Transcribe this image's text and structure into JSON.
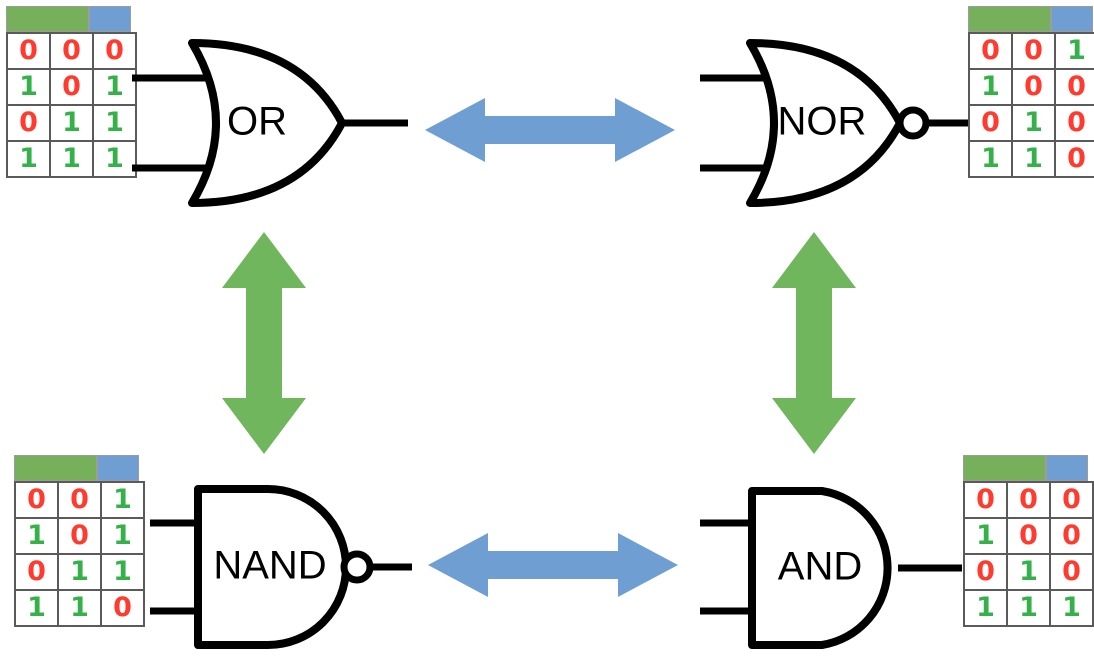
{
  "diagram": {
    "title": "Logic gate equivalence diagram",
    "colors": {
      "input_header": "#76B05B",
      "output_header": "#6F9FD2",
      "zero": "#FF3B30",
      "one": "#36B14A",
      "blue_arrow": "#6F9FD2",
      "green_arrow": "#6FB65C",
      "gate_stroke": "#000000"
    }
  },
  "gates": {
    "or": {
      "label": "OR",
      "inverted": false,
      "table": {
        "rows": [
          [
            "0",
            "0",
            "0"
          ],
          [
            "1",
            "0",
            "1"
          ],
          [
            "0",
            "1",
            "1"
          ],
          [
            "1",
            "1",
            "1"
          ]
        ]
      }
    },
    "nor": {
      "label": "NOR",
      "inverted": true,
      "table": {
        "rows": [
          [
            "0",
            "0",
            "1"
          ],
          [
            "1",
            "0",
            "0"
          ],
          [
            "0",
            "1",
            "0"
          ],
          [
            "1",
            "1",
            "0"
          ]
        ]
      }
    },
    "nand": {
      "label": "NAND",
      "inverted": true,
      "table": {
        "rows": [
          [
            "0",
            "0",
            "1"
          ],
          [
            "1",
            "0",
            "1"
          ],
          [
            "0",
            "1",
            "1"
          ],
          [
            "1",
            "1",
            "0"
          ]
        ]
      }
    },
    "and": {
      "label": "AND",
      "inverted": false,
      "table": {
        "rows": [
          [
            "0",
            "0",
            "0"
          ],
          [
            "1",
            "0",
            "0"
          ],
          [
            "0",
            "1",
            "0"
          ],
          [
            "1",
            "1",
            "1"
          ]
        ]
      }
    }
  },
  "arrows": {
    "top_horizontal": {
      "name": "or-nor-equivalence",
      "direction": "double-horizontal",
      "color": "#6F9FD2"
    },
    "bottom_horizontal": {
      "name": "nand-and-equivalence",
      "direction": "double-horizontal",
      "color": "#6F9FD2"
    },
    "left_vertical": {
      "name": "or-nand-equivalence",
      "direction": "double-vertical",
      "color": "#6FB65C"
    },
    "right_vertical": {
      "name": "nor-and-equivalence",
      "direction": "double-vertical",
      "color": "#6FB65C"
    }
  }
}
